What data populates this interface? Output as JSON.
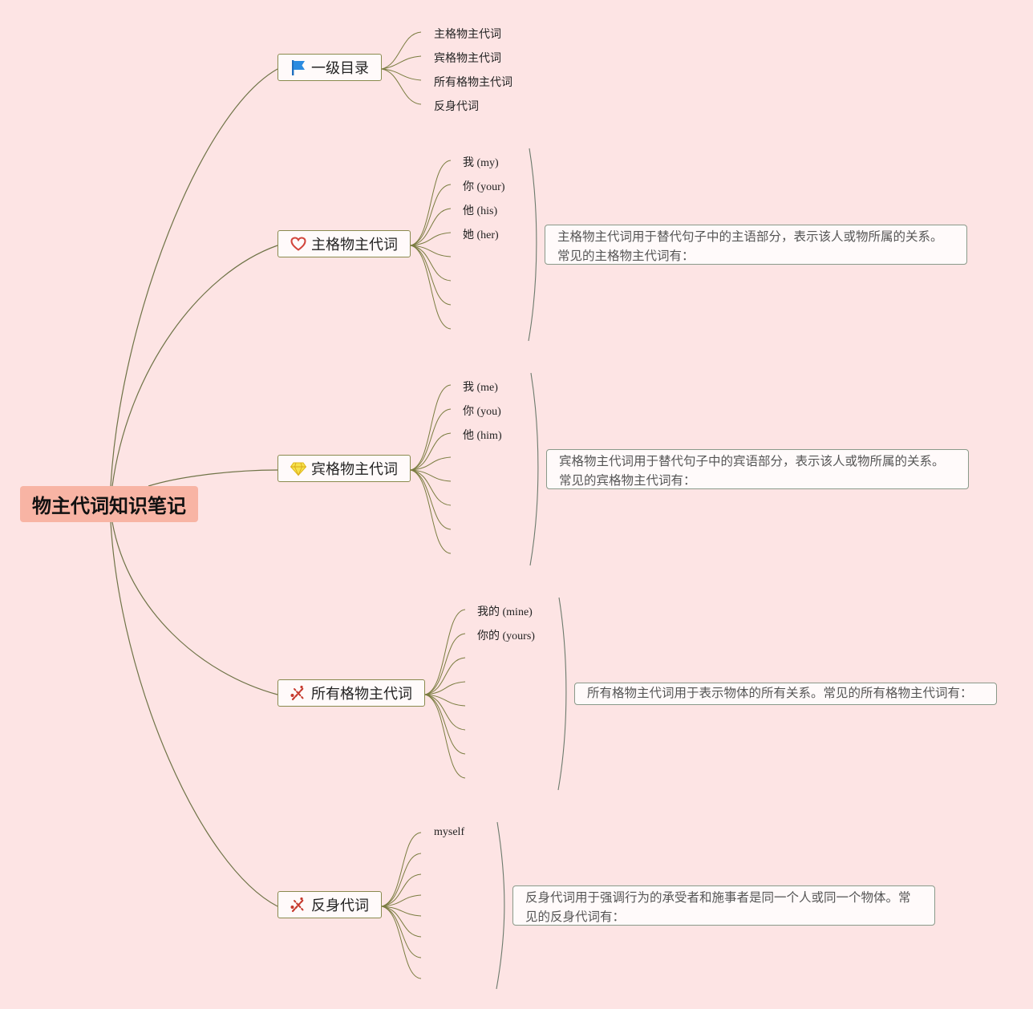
{
  "root": {
    "title": "物主代词知识笔记"
  },
  "branches": [
    {
      "label": "一级目录",
      "icon": "flag-icon",
      "leaves": [
        "主格物主代词",
        "宾格物主代词",
        "所有格物主代词",
        "反身代词"
      ]
    },
    {
      "label": "主格物主代词",
      "icon": "heart-icon",
      "leaves": [
        "我 (my)",
        "你 (your)",
        "他 (his)",
        "她 (her)"
      ],
      "note": "主格物主代词用于替代句子中的主语部分，表示该人或物所属的关系。常见的主格物主代词有："
    },
    {
      "label": "宾格物主代词",
      "icon": "diamond-icon",
      "leaves": [
        "我 (me)",
        "你 (you)",
        "他 (him)"
      ],
      "note": "宾格物主代词用于替代句子中的宾语部分，表示该人或物所属的关系。常见的宾格物主代词有："
    },
    {
      "label": "所有格物主代词",
      "icon": "tools-icon",
      "leaves": [
        "我的 (mine)",
        "你的 (yours)"
      ],
      "note": "所有格物主代词用于表示物体的所有关系。常见的所有格物主代词有："
    },
    {
      "label": "反身代词",
      "icon": "tools-icon",
      "leaves": [
        "myself"
      ],
      "note": "反身代词用于强调行为的承受者和施事者是同一个人或同一个物体。常见的反身代词有："
    }
  ]
}
